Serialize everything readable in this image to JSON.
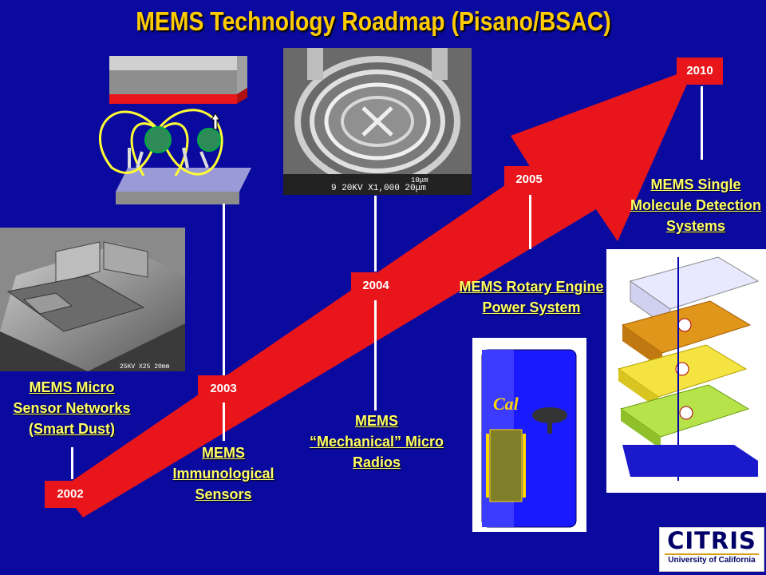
{
  "title": "MEMS Technology Roadmap (Pisano/BSAC)",
  "years": {
    "y2002": "2002",
    "y2003": "2003",
    "y2004": "2004",
    "y2005": "2005",
    "y2010": "2010"
  },
  "labels": {
    "smart_dust": [
      "MEMS Micro",
      "Sensor Networks",
      "(Smart Dust)"
    ],
    "immuno": [
      "MEMS",
      "Immunological",
      "Sensors"
    ],
    "radios": [
      "MEMS",
      "“Mechanical” Micro",
      "Radios"
    ],
    "rotary": [
      "MEMS Rotary Engine",
      "Power System"
    ],
    "molecule": [
      "MEMS Single",
      "Molecule Detection",
      "Systems"
    ]
  },
  "sem_caption": "9 20KV X1,000 20μm",
  "sem_scale": "10μm",
  "dust_caption": "25KV X25 20mm",
  "engine_logo": "Cal",
  "logo": {
    "name": "CITRIS",
    "sub": "University of California"
  }
}
